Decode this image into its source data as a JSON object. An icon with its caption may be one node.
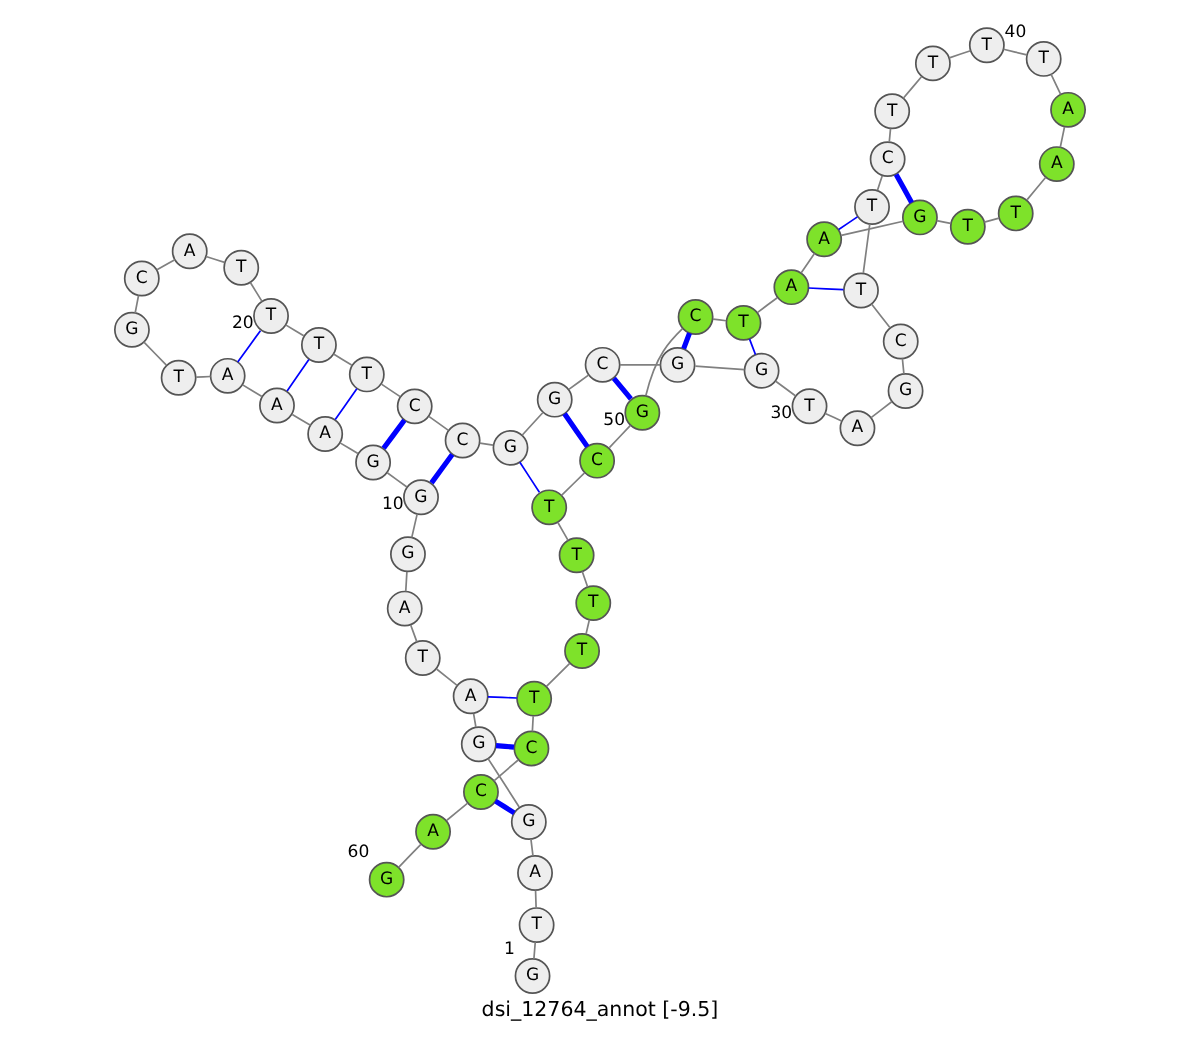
{
  "diagram": {
    "caption": "dsi_12764_annot [-9.5]",
    "nodes": [
      {
        "text": [
          "G"
        ],
        "beside": [
          "1"
        ]
      },
      {
        "text": [
          "T"
        ]
      },
      {
        "text": [
          "A"
        ]
      },
      {
        "text": [
          "G"
        ]
      },
      {
        "text": [
          "G"
        ]
      },
      {
        "text": [
          "A"
        ]
      },
      {
        "text": [
          "T"
        ]
      },
      {
        "text": [
          "A"
        ]
      },
      {
        "text": [
          "G"
        ]
      },
      {
        "text": [
          "G"
        ],
        "beside": [
          "10"
        ]
      },
      {
        "text": [
          "G"
        ]
      },
      {
        "text": [
          "A"
        ]
      },
      {
        "text": [
          "A"
        ]
      },
      {
        "text": [
          "A"
        ]
      },
      {
        "text": [
          "T"
        ]
      },
      {
        "text": [
          "G"
        ]
      },
      {
        "text": [
          "C"
        ]
      },
      {
        "text": [
          "A"
        ]
      },
      {
        "text": [
          "T"
        ]
      },
      {
        "text": [
          "T"
        ],
        "beside": [
          "20"
        ]
      },
      {
        "text": [
          "T"
        ]
      },
      {
        "text": [
          "T"
        ]
      },
      {
        "text": [
          "C"
        ]
      },
      {
        "text": [
          "C"
        ]
      },
      {
        "text": [
          "G"
        ]
      },
      {
        "text": [
          "G"
        ]
      },
      {
        "text": [
          "C"
        ]
      },
      {
        "text": [
          "G"
        ]
      },
      {
        "text": [
          "G"
        ]
      },
      {
        "text": [
          "T"
        ],
        "beside": [
          "30"
        ]
      },
      {
        "text": [
          "A"
        ]
      },
      {
        "text": [
          "G"
        ]
      },
      {
        "text": [
          "C"
        ]
      },
      {
        "text": [
          "T"
        ]
      },
      {
        "text": [
          "T"
        ]
      },
      {
        "text": [
          "C"
        ]
      },
      {
        "text": [
          "T"
        ]
      },
      {
        "text": [
          "T"
        ]
      },
      {
        "text": [
          "T"
        ]
      },
      {
        "text": [
          "T"
        ],
        "beside": [
          "40"
        ]
      },
      {
        "text": [
          "A"
        ]
      },
      {
        "text": [
          "A"
        ]
      },
      {
        "text": [
          "T"
        ]
      },
      {
        "text": [
          "T"
        ]
      },
      {
        "text": [
          "G"
        ]
      },
      {
        "text": [
          "A"
        ]
      },
      {
        "text": [
          "A"
        ]
      },
      {
        "text": [
          "T"
        ]
      },
      {
        "text": [
          "C"
        ]
      },
      {
        "text": [
          "G"
        ],
        "beside": [
          "50"
        ]
      },
      {
        "text": [
          "C"
        ]
      },
      {
        "text": [
          "T"
        ]
      },
      {
        "text": [
          "T"
        ]
      },
      {
        "text": [
          "T"
        ]
      },
      {
        "text": [
          "T"
        ]
      },
      {
        "text": [
          "T"
        ]
      },
      {
        "text": [
          "C"
        ]
      },
      {
        "text": [
          "C"
        ]
      },
      {
        "text": [
          "A"
        ]
      },
      {
        "text": [
          "G"
        ],
        "beside": [
          "60"
        ]
      }
    ],
    "edges": [
      {
        "from": 0,
        "to": 1,
        "arrow": "none"
      },
      {
        "from": 1,
        "to": 2,
        "arrow": "none"
      },
      {
        "from": 2,
        "to": 3,
        "arrow": "none"
      },
      {
        "from": 3,
        "to": 4,
        "arrow": "none"
      },
      {
        "from": 4,
        "to": 5,
        "arrow": "none"
      },
      {
        "from": 5,
        "to": 6,
        "arrow": "none"
      },
      {
        "from": 6,
        "to": 7,
        "arrow": "none"
      },
      {
        "from": 7,
        "to": 8,
        "arrow": "none"
      },
      {
        "from": 8,
        "to": 9,
        "arrow": "none"
      },
      {
        "from": 9,
        "to": 10,
        "arrow": "none"
      },
      {
        "from": 10,
        "to": 11,
        "arrow": "none"
      },
      {
        "from": 11,
        "to": 12,
        "arrow": "none"
      },
      {
        "from": 12,
        "to": 13,
        "arrow": "none"
      },
      {
        "from": 13,
        "to": 14,
        "arrow": "none"
      },
      {
        "from": 14,
        "to": 15,
        "arrow": "none"
      },
      {
        "from": 15,
        "to": 16,
        "arrow": "none"
      },
      {
        "from": 16,
        "to": 17,
        "arrow": "none"
      },
      {
        "from": 17,
        "to": 18,
        "arrow": "none"
      },
      {
        "from": 18,
        "to": 19,
        "arrow": "none"
      },
      {
        "from": 19,
        "to": 20,
        "arrow": "none"
      },
      {
        "from": 20,
        "to": 21,
        "arrow": "none"
      },
      {
        "from": 21,
        "to": 22,
        "arrow": "none"
      },
      {
        "from": 22,
        "to": 23,
        "arrow": "none"
      },
      {
        "from": 23,
        "to": 24,
        "arrow": "none"
      },
      {
        "from": 24,
        "to": 25,
        "arrow": "none"
      },
      {
        "from": 25,
        "to": 26,
        "arrow": "none"
      },
      {
        "from": 26,
        "to": 27,
        "arrow": "none"
      },
      {
        "from": 27,
        "to": 28,
        "arrow": "none"
      },
      {
        "from": 28,
        "to": 29,
        "arrow": "none"
      },
      {
        "from": 29,
        "to": 30,
        "arrow": "none"
      },
      {
        "from": 30,
        "to": 31,
        "arrow": "none"
      },
      {
        "from": 31,
        "to": 32,
        "arrow": "none"
      },
      {
        "from": 32,
        "to": 33,
        "arrow": "none"
      },
      {
        "from": 33,
        "to": 34,
        "arrow": "none"
      },
      {
        "from": 34,
        "to": 35,
        "arrow": "none"
      },
      {
        "from": 35,
        "to": 36,
        "arrow": "none"
      },
      {
        "from": 36,
        "to": 37,
        "arrow": "none"
      },
      {
        "from": 37,
        "to": 38,
        "arrow": "none"
      },
      {
        "from": 38,
        "to": 39,
        "arrow": "none"
      },
      {
        "from": 39,
        "to": 40,
        "arrow": "none"
      },
      {
        "from": 40,
        "to": 41,
        "arrow": "none"
      },
      {
        "from": 41,
        "to": 42,
        "arrow": "none"
      },
      {
        "from": 42,
        "to": 43,
        "arrow": "none"
      },
      {
        "from": 43,
        "to": 44,
        "arrow": "none"
      },
      {
        "from": 44,
        "to": 45,
        "arrow": "none"
      },
      {
        "from": 45,
        "to": 46,
        "arrow": "none"
      },
      {
        "from": 46,
        "to": 47,
        "arrow": "none"
      },
      {
        "from": 47,
        "to": 48,
        "arrow": "none"
      },
      {
        "from": 48,
        "to": 49,
        "arrow": "none"
      },
      {
        "from": 49,
        "to": 50,
        "arrow": "none"
      },
      {
        "from": 50,
        "to": 51,
        "arrow": "none"
      },
      {
        "from": 51,
        "to": 52,
        "arrow": "none"
      },
      {
        "from": 52,
        "to": 53,
        "arrow": "none"
      },
      {
        "from": 53,
        "to": 54,
        "arrow": "none"
      },
      {
        "from": 54,
        "to": 55,
        "arrow": "none"
      },
      {
        "from": 55,
        "to": 56,
        "arrow": "none"
      },
      {
        "from": 56,
        "to": 57,
        "arrow": "none"
      },
      {
        "from": 57,
        "to": 58,
        "arrow": "none"
      },
      {
        "from": 58,
        "to": 59,
        "arrow": "none"
      },
      {
        "from": 5,
        "to": 55,
        "arrow": "none",
        "color": "#0000ff"
      },
      {
        "from": 4,
        "to": 56,
        "arrow": "none",
        "style": "thick",
        "color": "#0000ff"
      },
      {
        "from": 3,
        "to": 57,
        "arrow": "none",
        "style": "thick",
        "color": "#0000ff"
      },
      {
        "from": 9,
        "to": 23,
        "arrow": "none",
        "style": "thick",
        "color": "#0000ff"
      },
      {
        "from": 10,
        "to": 22,
        "arrow": "none",
        "style": "thick",
        "color": "#0000ff"
      },
      {
        "from": 11,
        "to": 21,
        "arrow": "none",
        "color": "#0000ff"
      },
      {
        "from": 12,
        "to": 20,
        "arrow": "none",
        "color": "#0000ff"
      },
      {
        "from": 13,
        "to": 19,
        "arrow": "none",
        "color": "#0000ff"
      },
      {
        "from": 24,
        "to": 51,
        "arrow": "none",
        "color": "#0000ff"
      },
      {
        "from": 25,
        "to": 50,
        "arrow": "none",
        "style": "thick",
        "color": "#0000ff"
      },
      {
        "from": 26,
        "to": 49,
        "arrow": "none",
        "style": "thick",
        "color": "#0000ff"
      },
      {
        "from": 27,
        "to": 48,
        "arrow": "none",
        "style": "thick",
        "color": "#0000ff"
      },
      {
        "from": 28,
        "to": 47,
        "arrow": "none",
        "color": "#0000ff"
      },
      {
        "from": 33,
        "to": 46,
        "arrow": "none",
        "color": "#0000ff"
      },
      {
        "from": 34,
        "to": 45,
        "arrow": "none",
        "color": "#0000ff"
      },
      {
        "from": 35,
        "to": 44,
        "arrow": "none",
        "style": "thick",
        "color": "#0000ff"
      }
    ]
  }
}
